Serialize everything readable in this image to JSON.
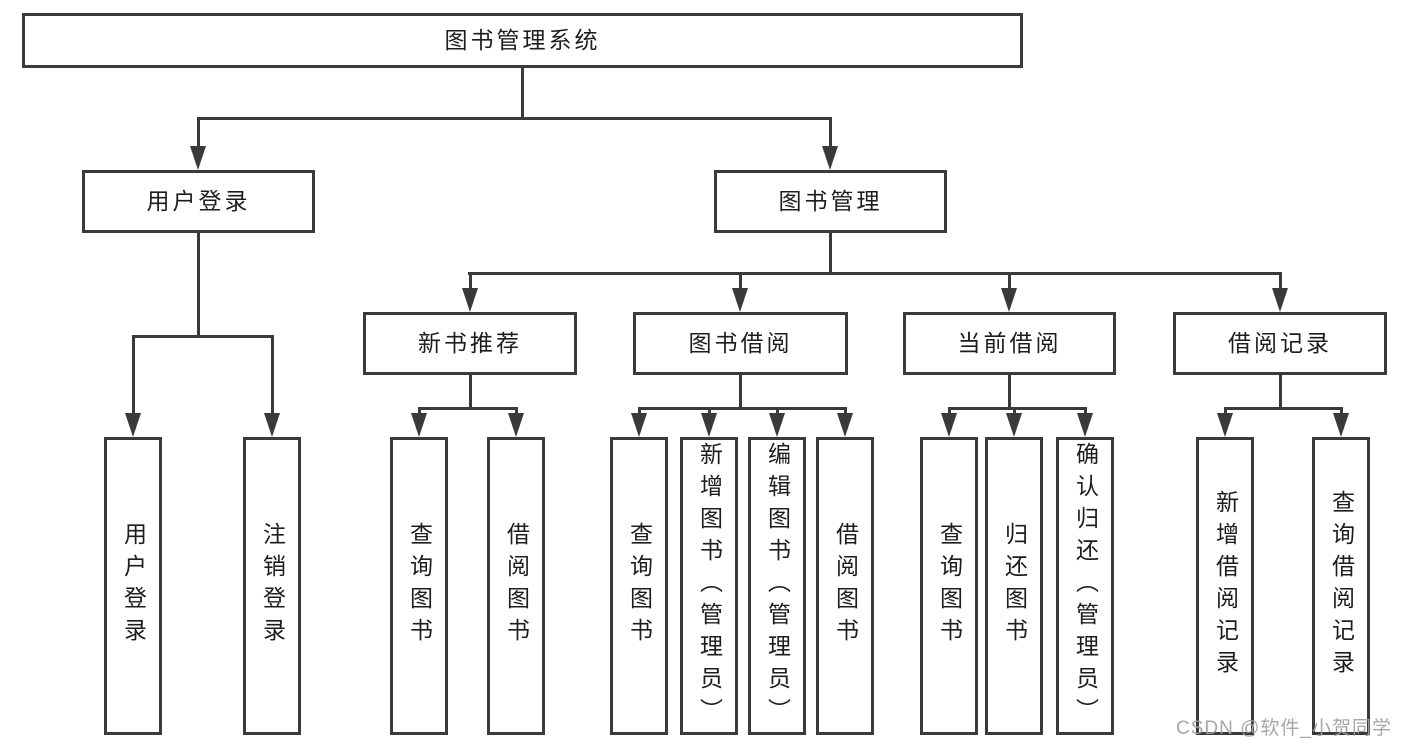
{
  "tree": {
    "root": {
      "label": "图书管理系统"
    },
    "level2": [
      {
        "label": "用户登录",
        "children": [
          "用户登录",
          "注销登录"
        ]
      },
      {
        "label": "图书管理"
      }
    ],
    "level3": [
      {
        "label": "新书推荐",
        "children": [
          "查询图书",
          "借阅图书"
        ]
      },
      {
        "label": "图书借阅",
        "children": [
          "查询图书",
          "新增图书（管理员）",
          "编辑图书（管理员）",
          "借阅图书"
        ]
      },
      {
        "label": "当前借阅",
        "children": [
          "查询图书",
          "归还图书",
          "确认归还（管理员）"
        ]
      },
      {
        "label": "借阅记录",
        "children": [
          "新增借阅记录",
          "查询借阅记录"
        ]
      }
    ]
  },
  "watermark": {
    "text": "CSDN @软件_小贺同学"
  },
  "colors": {
    "line": "#3a3a3a",
    "text": "#1d1d1d",
    "watermark": "#9e9e9e",
    "background": "#ffffff"
  }
}
